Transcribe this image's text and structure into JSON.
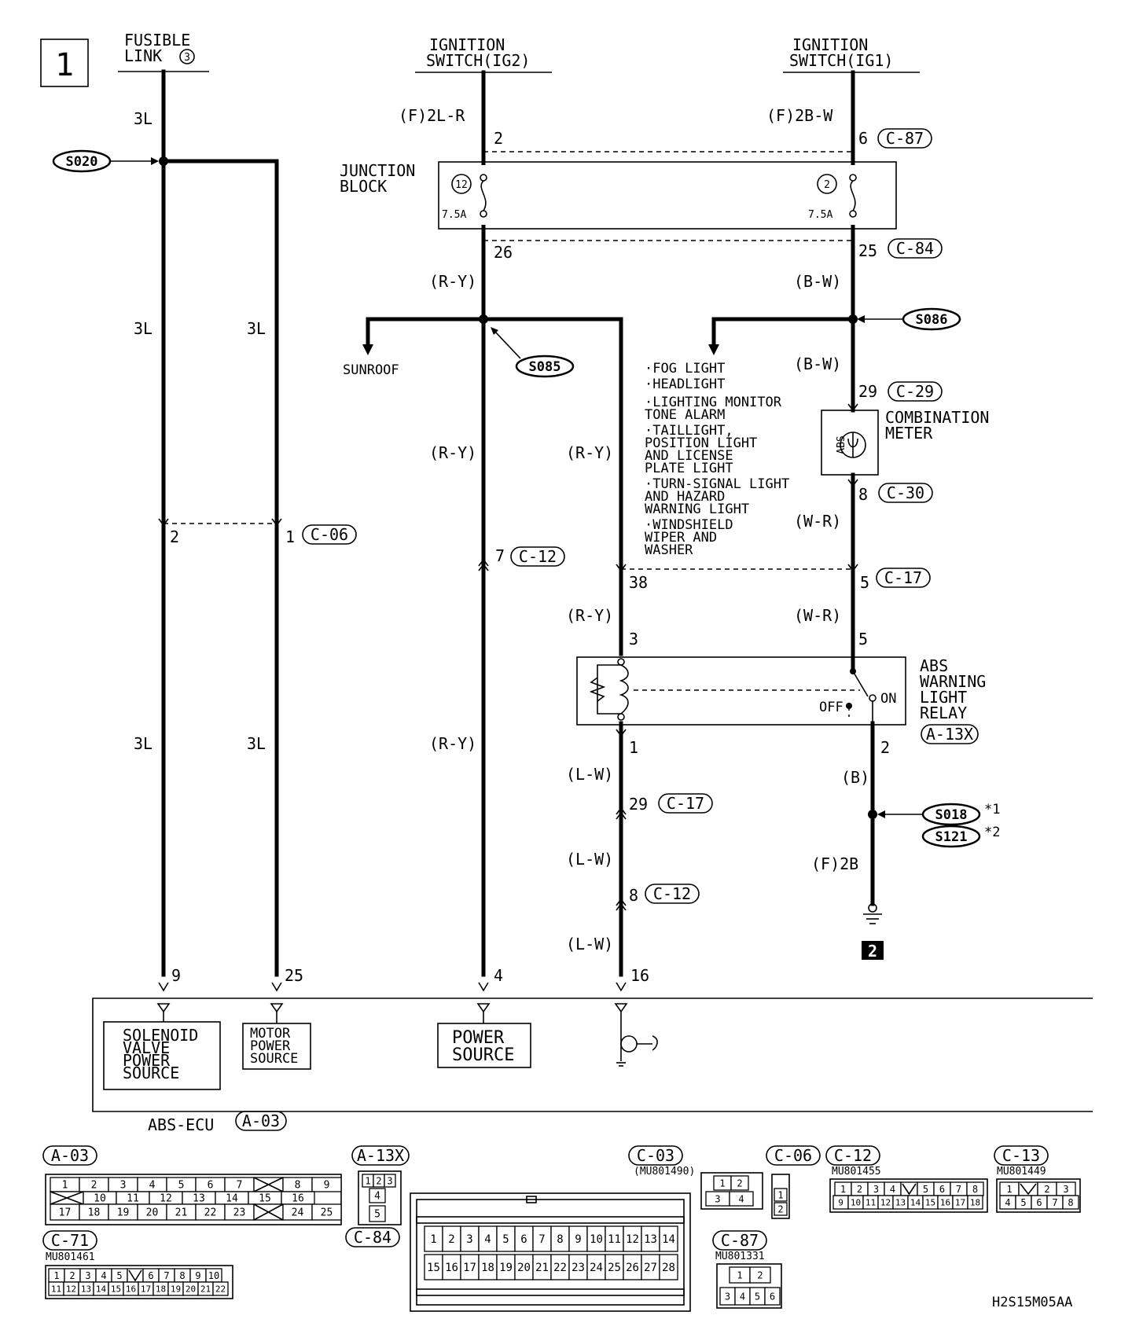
{
  "page_number": "1",
  "sources": {
    "fusible_link": [
      "FUSIBLE",
      "LINK"
    ],
    "fusible_link_no": "3",
    "ig2": [
      "IGNITION",
      "SWITCH(IG2)"
    ],
    "ig1": [
      "IGNITION",
      "SWITCH(IG1)"
    ]
  },
  "wires": {
    "w_3l": "3L",
    "w_f2lr": "(F)2L-R",
    "w_f2bw": "(F)2B-W",
    "w_ry": "(R-Y)",
    "w_bw": "(B-W)",
    "w_wr": "(W-R)",
    "w_lw": "(L-W)",
    "w_b": "(B)",
    "w_f2b": "(F)2B"
  },
  "splices": {
    "s020": "S020",
    "s085": "S085",
    "s086": "S086",
    "s018": "S018",
    "s121": "S121",
    "note1": "*1",
    "note2": "*2"
  },
  "junction_block": {
    "label": [
      "JUNCTION",
      "BLOCK"
    ],
    "fuse_left_no": "12",
    "fuse_right_no": "2",
    "fuse_rating": "7.5A"
  },
  "pins": {
    "p2": "2",
    "p6": "6",
    "p26": "26",
    "p25": "25",
    "p29": "29",
    "p8": "8",
    "p1": "1",
    "p7": "7",
    "p38": "38",
    "p5": "5",
    "p3": "3",
    "p9": "9",
    "p4": "4",
    "p16": "16",
    "p_relay2": "2",
    "p_c06_2": "2",
    "p_c06_1": "1",
    "p_c17_29": "29",
    "p_c12_8": "8",
    "p_c12_7": "7",
    "p_c17_5": "5",
    "p_ecu25": "25"
  },
  "connector_refs": {
    "c87": "C-87",
    "c84": "C-84",
    "c29": "C-29",
    "c30": "C-30",
    "c17": "C-17",
    "c06": "C-06",
    "c12": "C-12",
    "a13x": "A-13X",
    "a03": "A-03"
  },
  "components": {
    "sunroof": "SUNROOF",
    "combination_meter": [
      "COMBINATION",
      "METER"
    ],
    "abs_lamp": "ABS",
    "relay": [
      "ABS",
      "WARNING",
      "LIGHT",
      "RELAY"
    ],
    "relay_off": "OFF",
    "relay_on": "ON",
    "ground_no": "2",
    "loads": [
      [
        "·FOG LIGHT"
      ],
      [
        "·HEADLIGHT"
      ],
      [
        "·LIGHTING MONITOR",
        " TONE ALARM"
      ],
      [
        "·TAILLIGHT,",
        " POSITION LIGHT",
        " AND LICENSE",
        " PLATE LIGHT"
      ],
      [
        "·TURN-SIGNAL LIGHT",
        " AND HAZARD",
        " WARNING LIGHT"
      ],
      [
        "·WINDSHIELD",
        " WIPER AND",
        " WASHER"
      ]
    ]
  },
  "ecu": {
    "name": "ABS-ECU",
    "solenoid": [
      "SOLENOID",
      "VALVE",
      "POWER",
      "SOURCE"
    ],
    "motor": [
      "MOTOR",
      "POWER",
      "SOURCE"
    ],
    "power": [
      "POWER",
      "SOURCE"
    ]
  },
  "connectors": {
    "a03": {
      "label": "A-03",
      "row1": [
        "1",
        "2",
        "3",
        "4",
        "5",
        "6",
        "7",
        "X",
        "8",
        "9"
      ],
      "row2": [
        "X",
        "10",
        "11",
        "12",
        "13",
        "14",
        "15",
        "16"
      ],
      "row3": [
        "17",
        "18",
        "19",
        "20",
        "21",
        "22",
        "23",
        "X",
        "24",
        "25"
      ]
    },
    "a13x": {
      "label": "A-13X",
      "top": [
        "1",
        "2",
        "3"
      ],
      "mid": "4",
      "bot": "5"
    },
    "c84": {
      "label": "C-84"
    },
    "c03": {
      "label": "C-03",
      "part": "(MU801490)",
      "cells": [
        "1",
        "2",
        "3",
        "4"
      ]
    },
    "big_connector": {
      "row1": [
        "1",
        "2",
        "3",
        "4",
        "5",
        "6",
        "7",
        "8",
        "9",
        "10",
        "11",
        "12",
        "13",
        "14"
      ],
      "row2": [
        "15",
        "16",
        "17",
        "18",
        "19",
        "20",
        "21",
        "22",
        "23",
        "24",
        "25",
        "26",
        "27",
        "28"
      ]
    },
    "c06": {
      "label": "C-06",
      "cells": [
        "1",
        "2"
      ]
    },
    "c12": {
      "label": "C-12",
      "part": "MU801455",
      "row1": [
        "1",
        "2",
        "3",
        "4",
        "V",
        "5",
        "6",
        "7",
        "8"
      ],
      "row2": [
        "9",
        "10",
        "11",
        "12",
        "13",
        "14",
        "15",
        "16",
        "17",
        "18"
      ]
    },
    "c13": {
      "label": "C-13",
      "part": "MU801449",
      "row1": [
        "1",
        "V",
        "2",
        "3"
      ],
      "row2": [
        "4",
        "5",
        "6",
        "7",
        "8"
      ]
    },
    "c71": {
      "label": "C-71",
      "part": "MU801461",
      "row1": [
        "1",
        "2",
        "3",
        "4",
        "5",
        "V",
        "6",
        "7",
        "8",
        "9",
        "10"
      ],
      "row2": [
        "11",
        "12",
        "13",
        "14",
        "15",
        "16",
        "17",
        "18",
        "19",
        "20",
        "21",
        "22"
      ]
    },
    "c87": {
      "label": "C-87",
      "part": "MU801331",
      "row1": [
        "1",
        "2"
      ],
      "row2": [
        "3",
        "4",
        "5",
        "6"
      ]
    }
  },
  "drawing_code": "H2S15M05AA"
}
